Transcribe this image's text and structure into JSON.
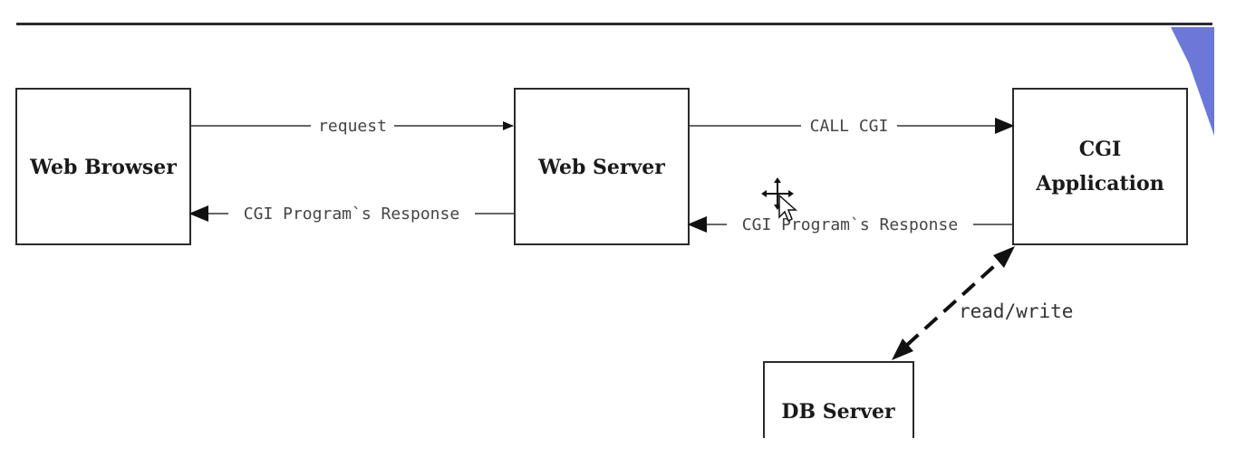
{
  "nodes": {
    "web_browser": "Web Browser",
    "web_server": "Web Server",
    "cgi_application_line1": "CGI",
    "cgi_application_line2": "Application",
    "db_server": "DB Server"
  },
  "edges": {
    "request": "request",
    "browser_response": "CGI Program`s Response",
    "call_cgi": "CALL CGI",
    "server_response": "CGI Program`s Response",
    "read_write": "read/write"
  },
  "colors": {
    "accent_shape": "#6b78d8",
    "top_rule": "#2b2b2b"
  },
  "icons": {
    "cursor": "move-cursor-icon"
  }
}
